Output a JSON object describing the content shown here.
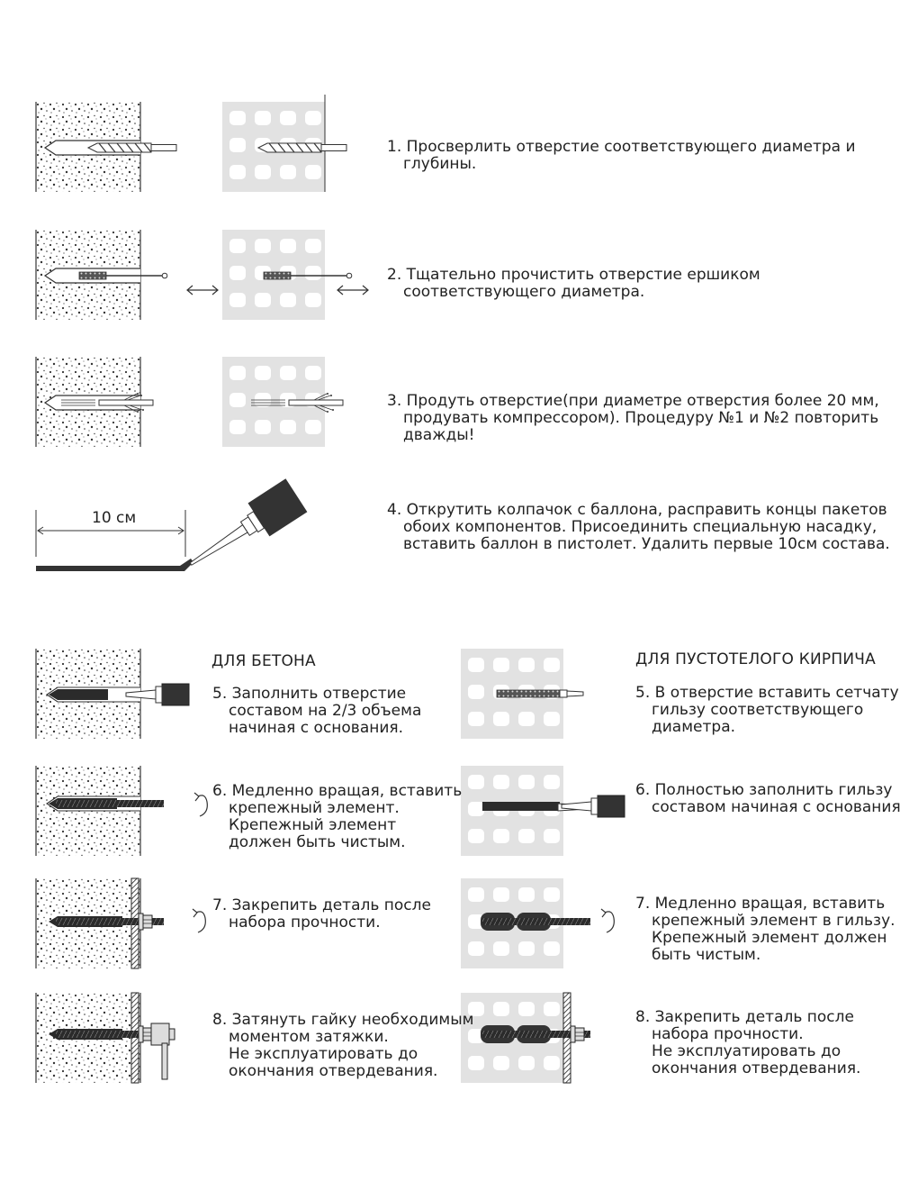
{
  "steps_top": [
    {
      "lines": [
        "1. Просверлить отверстие соответствующего диаметра и",
        "глубины."
      ]
    },
    {
      "lines": [
        "2. Тщательно прочистить отверстие ершиком",
        "соответствующего диаметра."
      ]
    },
    {
      "lines": [
        "3. Продуть отверстие(при диаметре отверстия более 20 мм,",
        "продувать компрессором). Процедуру №1 и №2 повторить",
        "дважды!"
      ]
    },
    {
      "lines": [
        "4. Открутить колпачок с баллона, расправить концы пакетов",
        "обоих компонентов. Присоединить специальную насадку,",
        "вставить баллон в пистолет. Удалить первые 10см состава."
      ]
    }
  ],
  "dimension_label": "10 см",
  "concrete": {
    "header": "ДЛЯ БЕТОНА",
    "steps": [
      {
        "lines": [
          "5. Заполнить отверстие",
          "составом на 2/3 объема",
          "начиная с основания."
        ]
      },
      {
        "lines": [
          "6. Медленно вращая, вставить",
          "крепежный элемент.",
          "Крепежный элемент",
          "должен быть чистым."
        ]
      },
      {
        "lines": [
          "7. Закрепить деталь после",
          "набора прочности."
        ]
      },
      {
        "lines": [
          "8. Затянуть гайку необходимым",
          "моментом затяжки.",
          "Не эксплуатировать до",
          "окончания отвердевания."
        ]
      }
    ]
  },
  "brick": {
    "header": "ДЛЯ ПУСТОТЕЛОГО КИРПИЧА",
    "steps": [
      {
        "lines": [
          "5. В отверстие вставить  сетчатую",
          "гильзу соответствующего",
          "диаметра."
        ]
      },
      {
        "lines": [
          "6. Полностью заполнить гильзу",
          "составом начиная с основания."
        ]
      },
      {
        "lines": [
          "7. Медленно вращая, вставить",
          "крепежный элемент в гильзу.",
          "Крепежный элемент должен",
          "быть чистым."
        ]
      },
      {
        "lines": [
          "8. Закрепить деталь после",
          "набора прочности.",
          "Не эксплуатировать до",
          "окончания отвердевания."
        ]
      }
    ]
  }
}
